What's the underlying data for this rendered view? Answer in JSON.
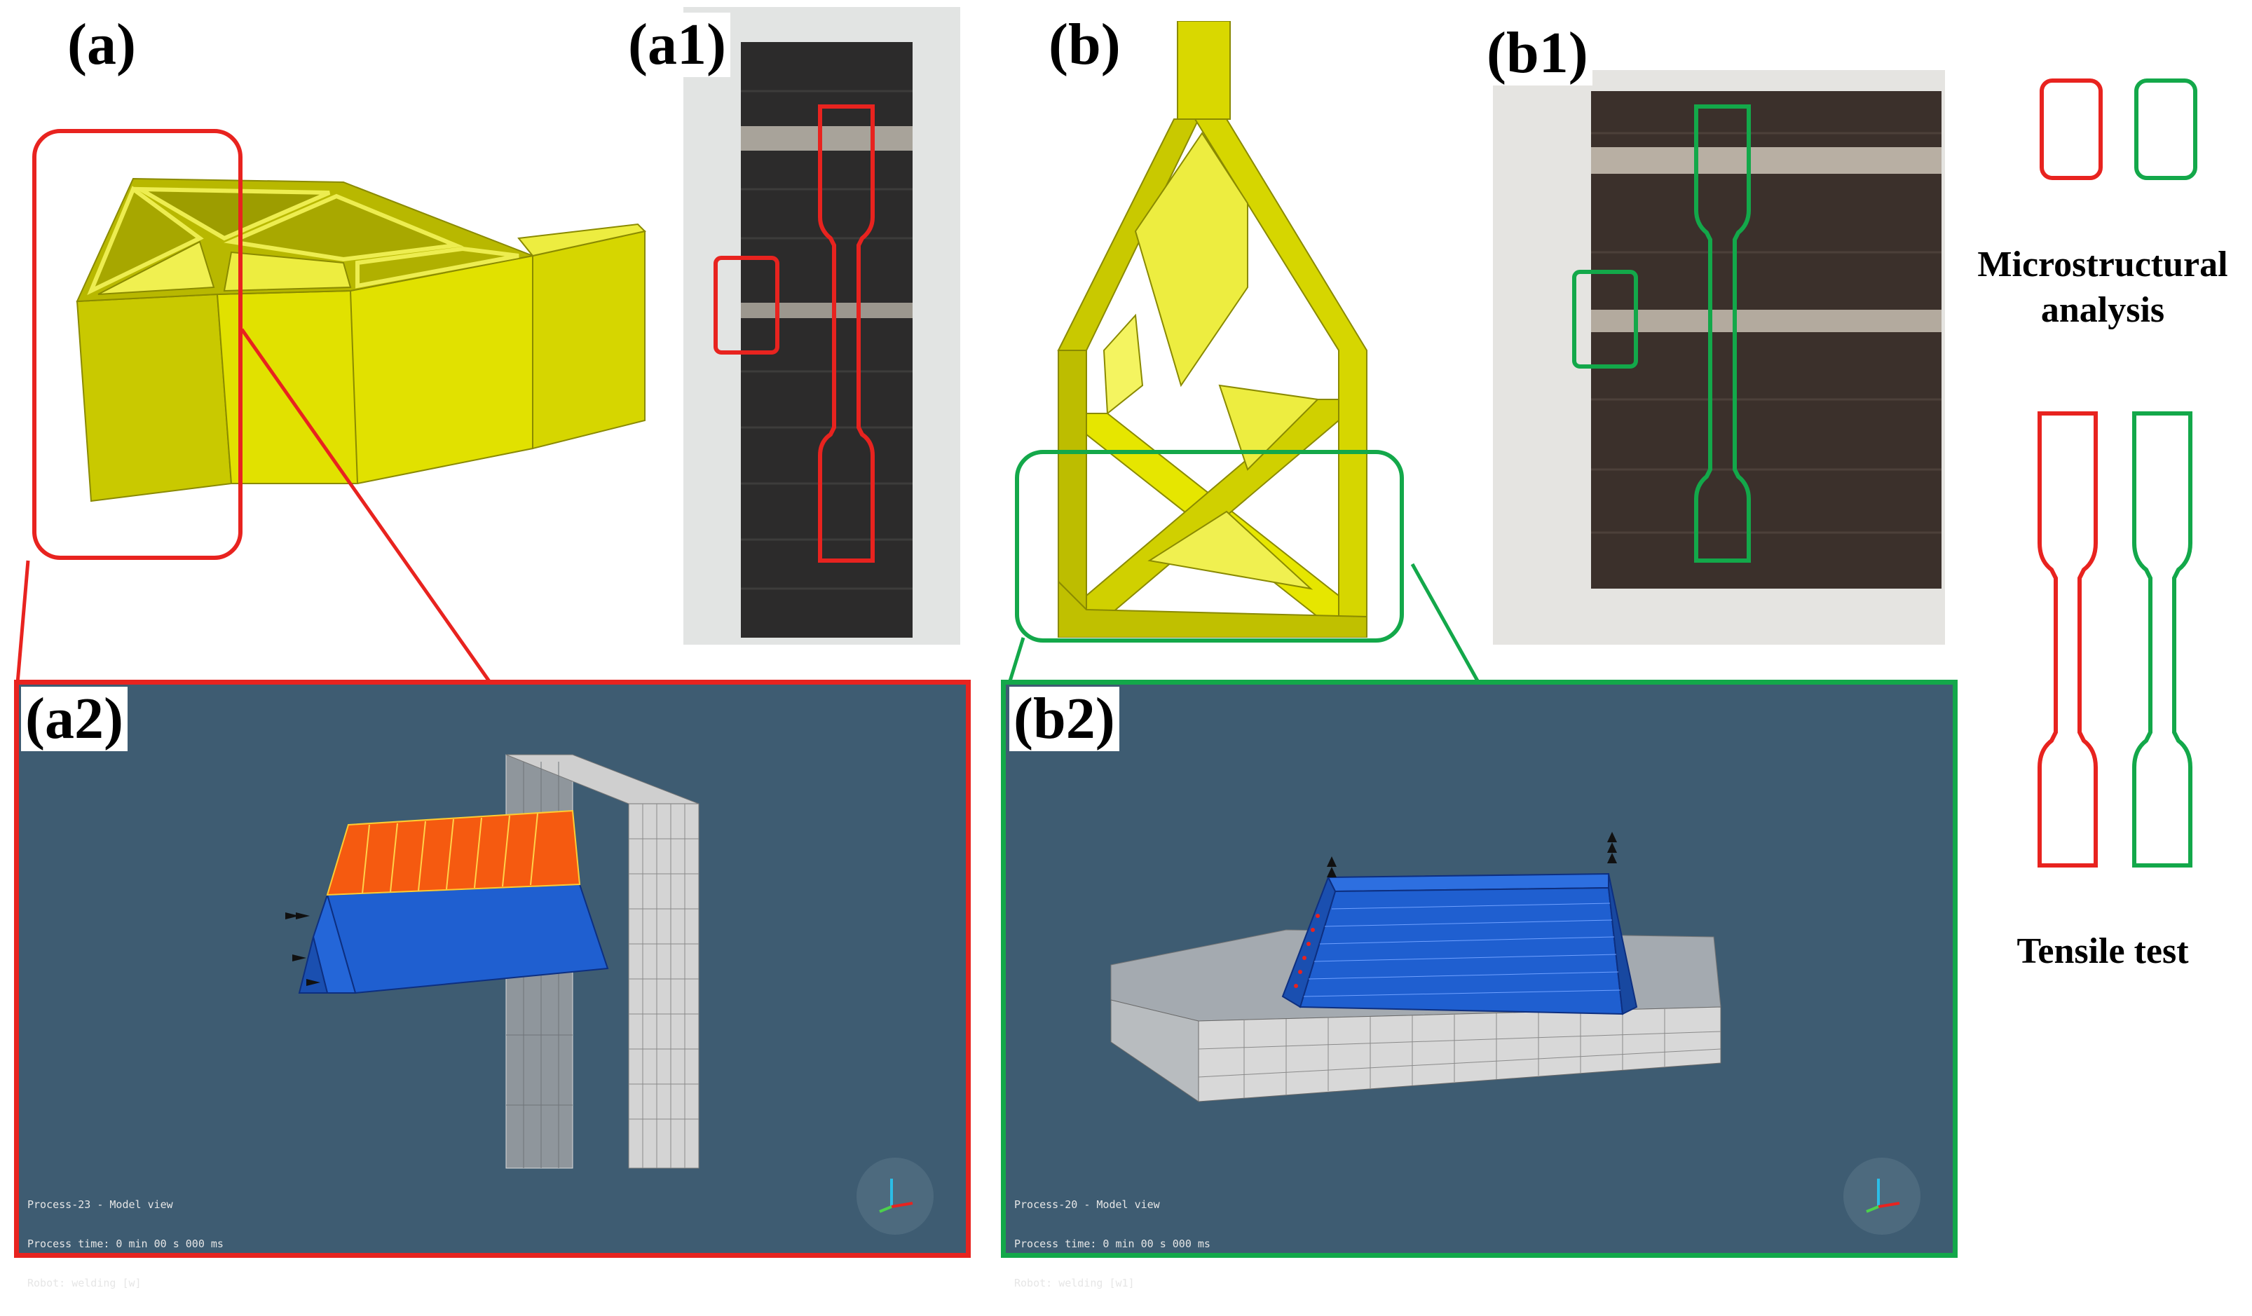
{
  "colors": {
    "red": "#e8231f",
    "green": "#13a84a",
    "cad_yellow": "#d9d800",
    "sim_background": "#3e5c72",
    "mesh_grey": "#c8c8c8",
    "bead_blue": "#1f5fd0",
    "bead_orange": "#f55a10"
  },
  "panels": {
    "a": {
      "label": "(a)"
    },
    "a1": {
      "label": "(a1)"
    },
    "a2": {
      "label": "(a2)",
      "model_view": "Process-23 - Model view",
      "process_time": "Process time: 0 min 00 s 000 ms",
      "robot": "Robot: welding [w]"
    },
    "b": {
      "label": "(b)"
    },
    "b1": {
      "label": "(b1)"
    },
    "b2": {
      "label": "(b2)",
      "model_view": "Process-20 - Model view",
      "process_time": "Process time: 0 min 00 s 000 ms",
      "robot": "Robot: welding [w1]"
    }
  },
  "legend": {
    "microstructural_line1": "Microstructural",
    "microstructural_line2": "analysis",
    "tensile": "Tensile test"
  }
}
